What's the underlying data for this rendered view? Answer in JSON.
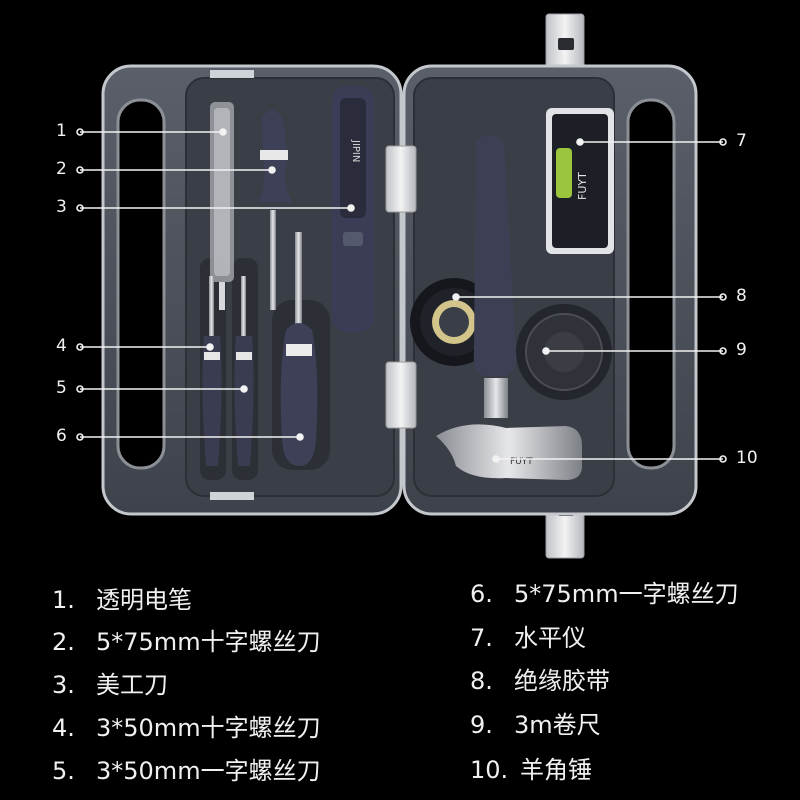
{
  "callouts": [
    "1",
    "2",
    "3",
    "4",
    "5",
    "6",
    "7",
    "8",
    "9",
    "10"
  ],
  "legend": [
    {
      "num": "1.",
      "text": "透明电笔"
    },
    {
      "num": "2.",
      "text": "5*75mm十字螺丝刀"
    },
    {
      "num": "3.",
      "text": "美工刀"
    },
    {
      "num": "4.",
      "text": "3*50mm十字螺丝刀"
    },
    {
      "num": "5.",
      "text": "3*50mm一字螺丝刀"
    },
    {
      "num": "6.",
      "text": "5*75mm一字螺丝刀"
    },
    {
      "num": "7.",
      "text": "水平仪"
    },
    {
      "num": "8.",
      "text": "绝缘胶带"
    },
    {
      "num": "9.",
      "text": "3m卷尺"
    },
    {
      "num": "10.",
      "text": "羊角锤"
    }
  ],
  "brand_mark": "FUYT",
  "knife_print": "JIPIN",
  "colors": {
    "background": "#000000",
    "case_shell": "#4a4f59",
    "case_rim": "#c8cbd0",
    "tray": "#3b3f48",
    "handle_dark": "#3a3d52",
    "text": "#f0f0f0"
  }
}
